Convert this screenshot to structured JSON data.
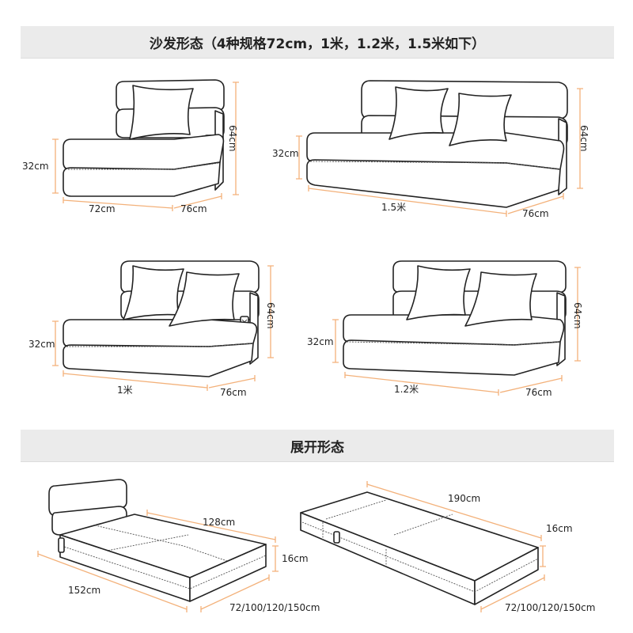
{
  "section_folded": {
    "title": "沙发形态（4种规格72cm，1米，1.2米，1.5米如下）"
  },
  "section_unfolded": {
    "title": "展开形态"
  },
  "sofas": [
    {
      "id": "72",
      "height": "64cm",
      "seat_height": "32cm",
      "width": "72cm",
      "depth": "76cm"
    },
    {
      "id": "150",
      "height": "64cm",
      "seat_height": "32cm",
      "width": "1.5米",
      "depth": "76cm"
    },
    {
      "id": "100",
      "height": "64cm",
      "seat_height": "32cm",
      "width": "1米",
      "depth": "76cm"
    },
    {
      "id": "120",
      "height": "64cm",
      "seat_height": "32cm",
      "width": "1.2米",
      "depth": "76cm"
    }
  ],
  "unfolded": [
    {
      "id": "chaise",
      "length_top": "128cm",
      "thickness": "16cm",
      "length": "152cm",
      "widths": "72/100/120/150cm"
    },
    {
      "id": "mattress",
      "length_top": "190cm",
      "thickness": "16cm",
      "widths": "72/100/120/150cm"
    }
  ],
  "colors": {
    "banner_bg": "#ebebeb",
    "measure_line": "#f3b17a",
    "outline": "#222222"
  }
}
